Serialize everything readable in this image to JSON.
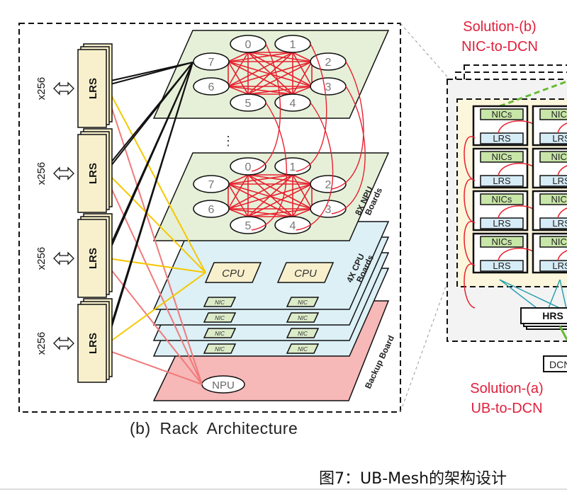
{
  "rack": {
    "caption": "(b) Rack  Architecture",
    "lrs_label": "LRS",
    "port_label": "x256",
    "npu_nodes": [
      "0",
      "1",
      "2",
      "3",
      "4",
      "5",
      "6",
      "7"
    ],
    "ellipsis": "⋮",
    "npu_boards_label": [
      "8X NPU",
      "Boards"
    ],
    "cpu_label": "CPU",
    "nic_label": "NIC",
    "cpu_boards_label": [
      "4X CPU",
      "Boards"
    ],
    "backup_label": "Backup Board",
    "backup_npu_label": "NPU"
  },
  "solutions": {
    "b_title": "Solution-(b)",
    "b_sub": "NIC-to-DCN",
    "a_title": "Solution-(a)",
    "a_sub": "UB-to-DCN",
    "nics_label": "NICs",
    "lrs_label": "LRS",
    "hrs_label": "HRS",
    "dcn_label": "DCN"
  },
  "figure_caption": "图7：UB-Mesh的架构设计",
  "colors": {
    "mesh": "#e8202f",
    "npu_board": "#e6f0d8",
    "cpu_board": "#dcf0f6",
    "backup": "#f7b8b8",
    "cpu": "#f8f0cc",
    "black_link": "#111111",
    "yellow_link": "#f5c800",
    "pink_link": "#f07a7a",
    "teal_link": "#2aa0b0",
    "green_link": "#66bb33",
    "solution_text": "#e0203c"
  }
}
